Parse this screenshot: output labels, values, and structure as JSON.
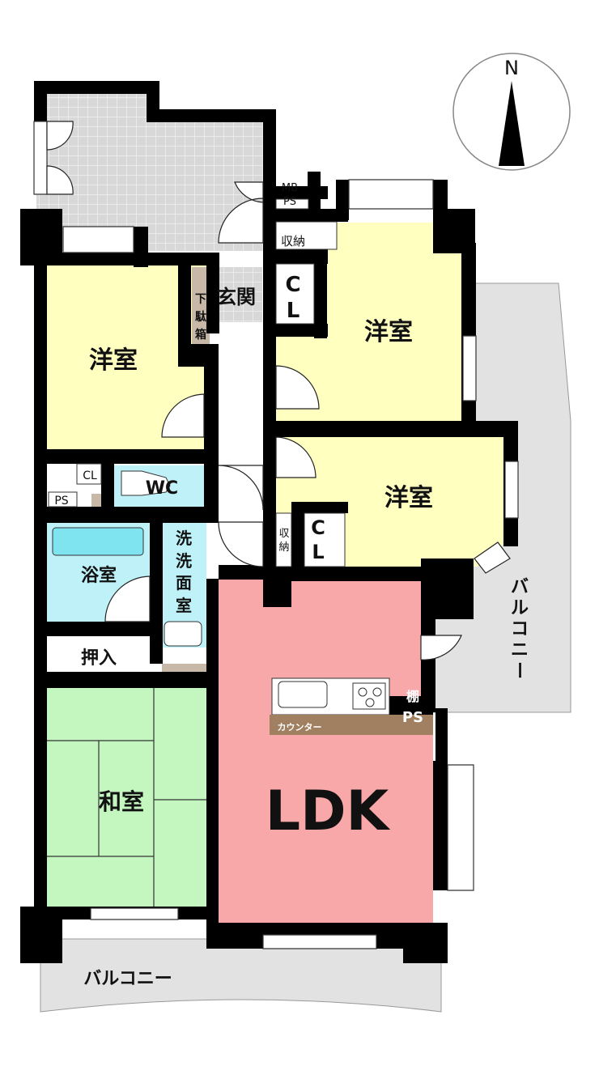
{
  "compass": {
    "north": "N"
  },
  "rooms": {
    "western_room_left": "洋室",
    "western_room_upper_right": "洋室",
    "western_room_middle_right": "洋室",
    "entrance": "玄関",
    "shoe_box": [
      "下",
      "駄",
      "箱"
    ],
    "mb_ps": [
      "MB",
      "PS"
    ],
    "storage_top": "収納",
    "closet_top": [
      "C",
      "L"
    ],
    "closet_left": "CL",
    "ps_left": "PS",
    "wc": "WC",
    "bathroom": "浴室",
    "washroom": [
      "洗",
      "洗",
      "面",
      "室"
    ],
    "storage_middle": [
      "収",
      "納"
    ],
    "closet_middle": [
      "C",
      "L"
    ],
    "oshiire": "押入",
    "washitsu": "和室",
    "ldk": "LDK",
    "counter": "カウンター",
    "shelf_ps": [
      "棚",
      "PS"
    ],
    "balcony_right": [
      "バ",
      "ル",
      "コ",
      "ニ",
      "ー"
    ],
    "balcony_bottom": "バルコニー"
  },
  "colors": {
    "western": "#ffffc0",
    "wet": "#bff2f8",
    "ldk": "#f8a8a8",
    "tatami": "#c4f7c0",
    "balcony": "#e2e2e2",
    "wall": "#000000",
    "wood": "#a08060"
  }
}
